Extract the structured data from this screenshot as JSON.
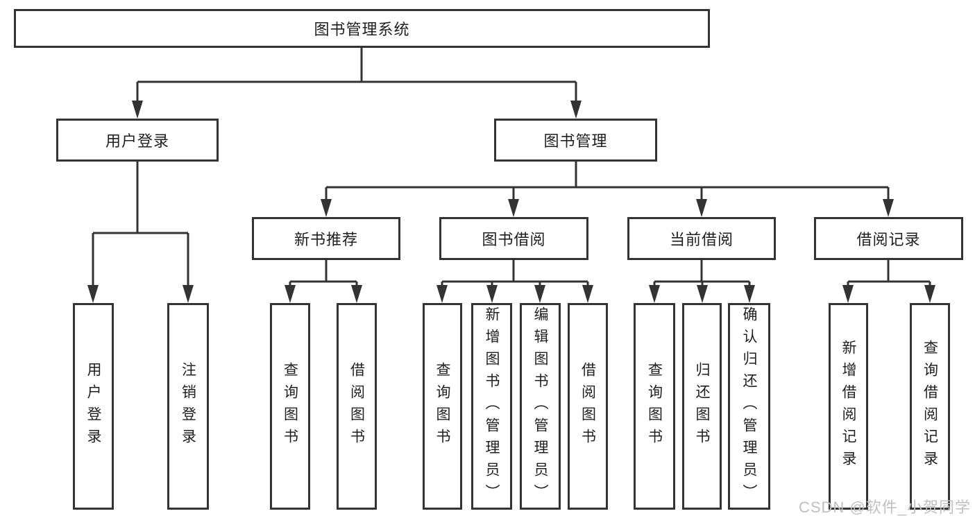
{
  "diagram": {
    "root": {
      "label": "图书管理系统"
    },
    "branches": [
      {
        "label": "用户登录",
        "children": [
          {
            "label": "用户登录"
          },
          {
            "label": "注销登录"
          }
        ]
      },
      {
        "label": "图书管理",
        "children": [
          {
            "label": "新书推荐",
            "children": [
              {
                "label": "查询图书"
              },
              {
                "label": "借阅图书"
              }
            ]
          },
          {
            "label": "图书借阅",
            "children": [
              {
                "label": "查询图书"
              },
              {
                "label": "新增图书（管理员）"
              },
              {
                "label": "编辑图书（管理员）"
              },
              {
                "label": "借阅图书"
              }
            ]
          },
          {
            "label": "当前借阅",
            "children": [
              {
                "label": "查询图书"
              },
              {
                "label": "归还图书"
              },
              {
                "label": "确认归还（管理员）"
              }
            ]
          },
          {
            "label": "借阅记录",
            "children": [
              {
                "label": "新增借阅记录"
              },
              {
                "label": "查询借阅记录"
              }
            ]
          }
        ]
      }
    ]
  },
  "watermark": {
    "text": "CSDN @软件_小贺同学"
  },
  "colors": {
    "line": "#333333",
    "text": "#1f1f1f",
    "background": "#ffffff",
    "watermark": "#c0c0c0"
  }
}
